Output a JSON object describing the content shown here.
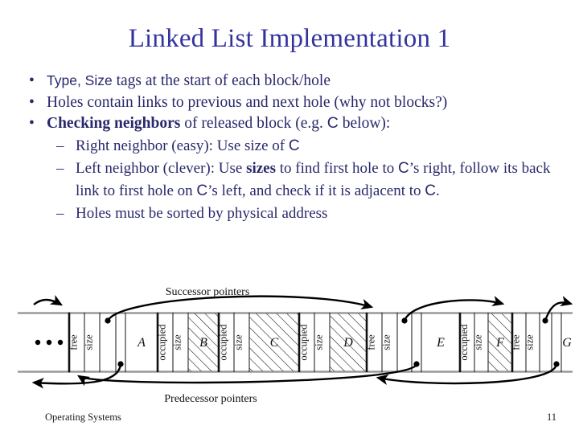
{
  "slide": {
    "title": "Linked List Implementation 1",
    "page_number": "11",
    "footer_label": "Operating Systems",
    "title_color": "#3333A0",
    "body_color": "#28286B"
  },
  "bullets": [
    {
      "marker": "•",
      "level": 1,
      "parts": [
        {
          "text": "Type, Size",
          "style": "sans"
        },
        {
          "text": " tags at the start of each block/hole",
          "style": "serif"
        }
      ]
    },
    {
      "marker": "•",
      "level": 1,
      "parts": [
        {
          "text": "Holes contain links to previous and next hole (why not blocks?)",
          "style": "serif"
        }
      ]
    },
    {
      "marker": "•",
      "level": 1,
      "parts": [
        {
          "text": "Checking neighbors",
          "style": "bold"
        },
        {
          "text": " of released block (e.g. ",
          "style": "serif"
        },
        {
          "text": "C",
          "style": "sansC"
        },
        {
          "text": " below):",
          "style": "serif"
        }
      ]
    },
    {
      "marker": "–",
      "level": 2,
      "parts": [
        {
          "text": "Right neighbor (easy): Use size of ",
          "style": "serif"
        },
        {
          "text": "C",
          "style": "sansC"
        }
      ]
    },
    {
      "marker": "–",
      "level": 2,
      "parts": [
        {
          "text": "Left neighbor (clever): Use ",
          "style": "serif"
        },
        {
          "text": "sizes",
          "style": "bold"
        },
        {
          "text": " to find first hole to ",
          "style": "serif"
        },
        {
          "text": "C",
          "style": "sansC"
        },
        {
          "text": "’s right, follow its back link to first hole on ",
          "style": "serif"
        },
        {
          "text": "C",
          "style": "sansC"
        },
        {
          "text": "’s left, and check if it is adjacent to ",
          "style": "serif"
        },
        {
          "text": "C",
          "style": "sansC"
        },
        {
          "text": ".",
          "style": "serif"
        }
      ]
    },
    {
      "marker": "–",
      "level": 2,
      "parts": [
        {
          "text": "Holes must be sorted by physical address",
          "style": "serif"
        }
      ]
    }
  ],
  "figure": {
    "successor_label": "Successor pointers",
    "predecessor_label": "Predecessor pointers",
    "ellipsis": "• • •",
    "tag_free": "free",
    "tag_size": "size",
    "tag_occupied": "occupied",
    "segments": [
      {
        "kind": "ellipsis",
        "label": "• • •"
      },
      {
        "kind": "hole",
        "tags": [
          "free",
          "size"
        ],
        "pointers": true
      },
      {
        "kind": "block",
        "label": "A",
        "hatched": false,
        "tags": []
      },
      {
        "kind": "occupied",
        "label": "B",
        "hatched": true,
        "tags": [
          "occupied",
          "size"
        ]
      },
      {
        "kind": "occupied",
        "label": "C",
        "hatched": true,
        "tags": [
          "occupied",
          "size"
        ]
      },
      {
        "kind": "occupied",
        "label": "D",
        "hatched": true,
        "tags": [
          "occupied",
          "size"
        ]
      },
      {
        "kind": "hole",
        "tags": [
          "free",
          "size"
        ],
        "pointers": true
      },
      {
        "kind": "block",
        "label": "E",
        "hatched": false,
        "tags": []
      },
      {
        "kind": "occupied",
        "label": "F",
        "hatched": true,
        "tags": [
          "occupied",
          "size"
        ]
      },
      {
        "kind": "hole",
        "tags": [
          "free",
          "size"
        ],
        "pointers": true
      },
      {
        "kind": "block",
        "label": "G",
        "hatched": false,
        "tags": []
      }
    ]
  }
}
